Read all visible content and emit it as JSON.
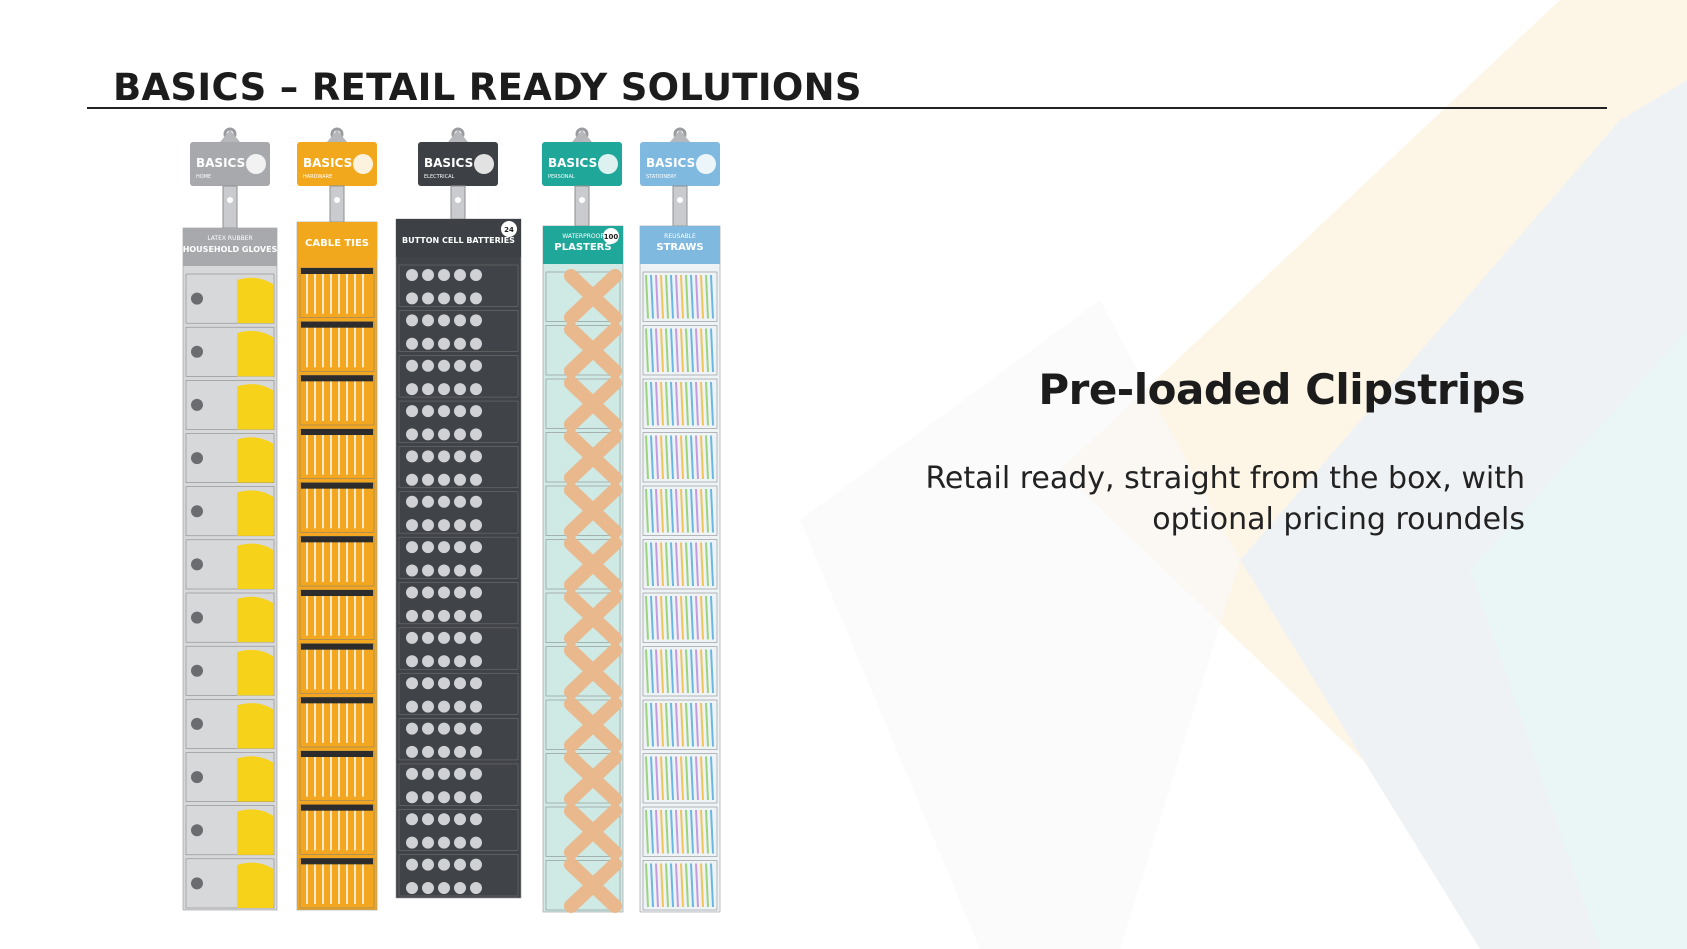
{
  "slide": {
    "title": "BASICS – RETAIL READY SOLUTIONS",
    "headline": "Pre-loaded Clipstrips",
    "subtitle_line1": "Retail ready, straight from the box, with",
    "subtitle_line2": "optional pricing roundels"
  },
  "clipstrips": [
    {
      "brand": "BASICS",
      "category": "HOME",
      "product": "HOUSEHOLD GLOVES",
      "sub": "LATEX RUBBER",
      "colors": {
        "header": "#a7a9ac",
        "panel": "#d7d8da",
        "accent": "#f7d21a"
      }
    },
    {
      "brand": "BASICS",
      "category": "HARDWARE",
      "product": "CABLE TIES",
      "colors": {
        "header": "#f2a81d",
        "panel": "#f3a720",
        "accent": "#ffffff"
      }
    },
    {
      "brand": "BASICS",
      "category": "ELECTRICAL",
      "product": "BUTTON CELL BATTERIES",
      "count": "24",
      "colors": {
        "header": "#3d4045",
        "panel": "#404348",
        "accent": "#cfd1d4"
      }
    },
    {
      "brand": "BASICS",
      "category": "PERSONAL",
      "product": "PLASTERS",
      "sub": "WATERPROOF",
      "count": "100",
      "colors": {
        "header": "#1fa89a",
        "panel": "#cfe9e4",
        "accent": "#e9b88c"
      }
    },
    {
      "brand": "BASICS",
      "category": "STATIONERY",
      "product": "STRAWS",
      "sub": "REUSABLE",
      "colors": {
        "header": "#7fb9df",
        "panel": "#eef3f6",
        "accent": "#8fd37d"
      }
    }
  ]
}
